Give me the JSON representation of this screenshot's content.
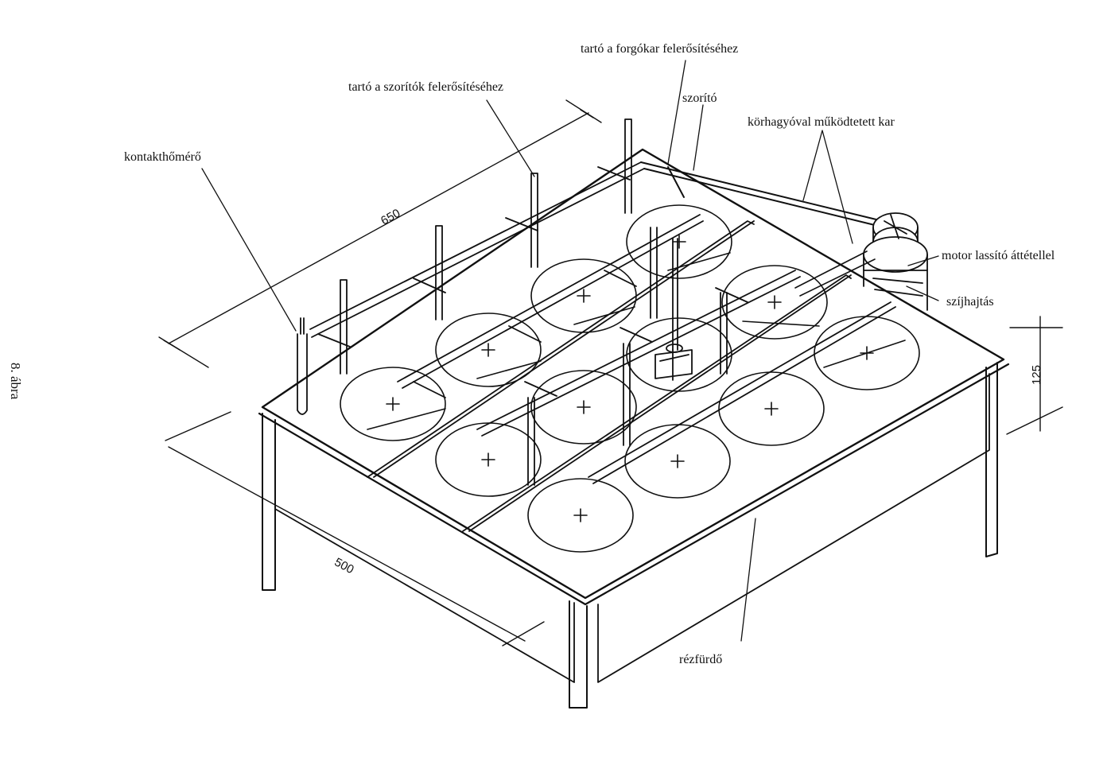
{
  "figure_label": "8. ábra",
  "labels": {
    "holder_arm": "tartó a forgókar felerősítéséhez",
    "holder_clamps": "tartó a szorítók felerősítéséhez",
    "clamp": "szorító",
    "cam_lever": "körhagyóval működtetett kar",
    "thermometer": "kontakthőmérő",
    "motor": "motor lassító áttétellel",
    "belt": "szíjhajtás",
    "bath": "rézfürdő"
  },
  "dimensions": {
    "length": "650",
    "width": "500",
    "height": "125"
  }
}
